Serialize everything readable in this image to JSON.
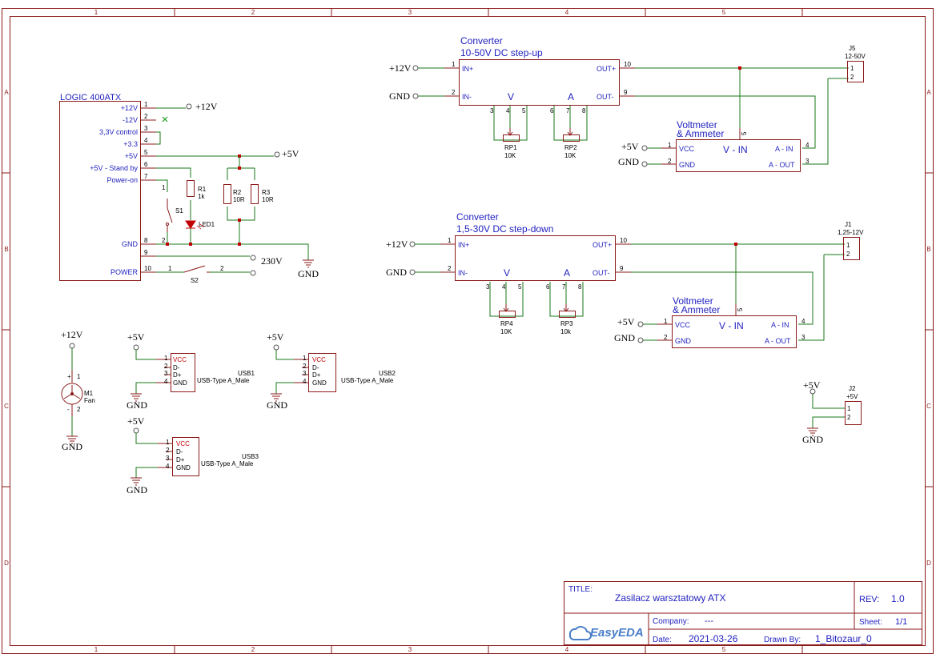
{
  "zones": {
    "columns": [
      "1",
      "2",
      "3",
      "4",
      "5"
    ],
    "rows": [
      "A",
      "B",
      "C",
      "D"
    ]
  },
  "title_block": {
    "title_label": "TITLE:",
    "title": "Zasilacz warsztatowy ATX",
    "rev_label": "REV:",
    "rev": "1.0",
    "company_label": "Company:",
    "company": "---",
    "sheet_label": "Sheet:",
    "sheet": "1/1",
    "date_label": "Date:",
    "date": "2021-03-26",
    "drawn_label": "Drawn By:",
    "drawn_by": "1_Bitozaur_0",
    "logo": "EasyEDA"
  },
  "psu": {
    "name": "LOGIC 400ATX",
    "pins": [
      {
        "num": "1",
        "label": "+12V"
      },
      {
        "num": "2",
        "label": "-12V"
      },
      {
        "num": "3",
        "label": "3,3V control"
      },
      {
        "num": "4",
        "label": "+3.3"
      },
      {
        "num": "5",
        "label": "+5V"
      },
      {
        "num": "6",
        "label": "+5V - Stand by"
      },
      {
        "num": "7",
        "label": "Power-on"
      },
      {
        "num": "8",
        "label": "GND"
      },
      {
        "num": "9",
        "label": ""
      },
      {
        "num": "10",
        "label": "POWER"
      }
    ]
  },
  "nets": {
    "p12v": "+12V",
    "p5v": "+5V",
    "gnd": "GND",
    "ac": "230V"
  },
  "parts": {
    "R1": {
      "ref": "R1",
      "val": "1k"
    },
    "R2": {
      "ref": "R2",
      "val": "10R"
    },
    "R3": {
      "ref": "R3",
      "val": "10R"
    },
    "LED1": {
      "ref": "LED1"
    },
    "S1": {
      "ref": "S1"
    },
    "S2": {
      "ref": "S2",
      "pin1": "1",
      "pin2": "2"
    },
    "M1": {
      "ref": "M1",
      "val": "Fan",
      "plus": "+",
      "minus": "-",
      "p1": "1",
      "p2": "2"
    },
    "RP1": {
      "ref": "RP1",
      "val": "10K"
    },
    "RP2": {
      "ref": "RP2",
      "val": "10K"
    },
    "RP3": {
      "ref": "RP3",
      "val": "10k"
    },
    "RP4": {
      "ref": "RP4",
      "val": "10K"
    }
  },
  "conv_up": {
    "title1": "Converter",
    "title2": "10-50V DC step-up",
    "in_p": "IN+",
    "in_n": "IN-",
    "out_p": "OUT+",
    "out_n": "OUT-",
    "v": "V",
    "a": "A"
  },
  "conv_down": {
    "title1": "Converter",
    "title2": "1,5-30V DC step-down",
    "in_p": "IN+",
    "in_n": "IN-",
    "out_p": "OUT+",
    "out_n": "OUT-",
    "v": "V",
    "a": "A"
  },
  "meter": {
    "title1": "Voltmeter",
    "title2": "& Ammeter",
    "vcc": "VCC",
    "gnd": "GND",
    "vin": "V - IN",
    "ain": "A - IN",
    "aout": "A - OUT"
  },
  "usb": {
    "type": "USB-Type A_Male",
    "vcc": "VCC",
    "dm": "D-",
    "dp": "D+",
    "gnd": "GND",
    "refs": [
      "USB1",
      "USB2",
      "USB3"
    ]
  },
  "connectors": {
    "J5": {
      "ref": "J5",
      "val": "12-50V"
    },
    "J1": {
      "ref": "J1",
      "val": "1,25-12V"
    },
    "J2": {
      "ref": "J2",
      "val": "+5V"
    }
  },
  "colors": {
    "frame": "#8b1a1a",
    "wire": "#1a7a1a",
    "label": "#1f1fbf",
    "junction": "#c00000"
  }
}
